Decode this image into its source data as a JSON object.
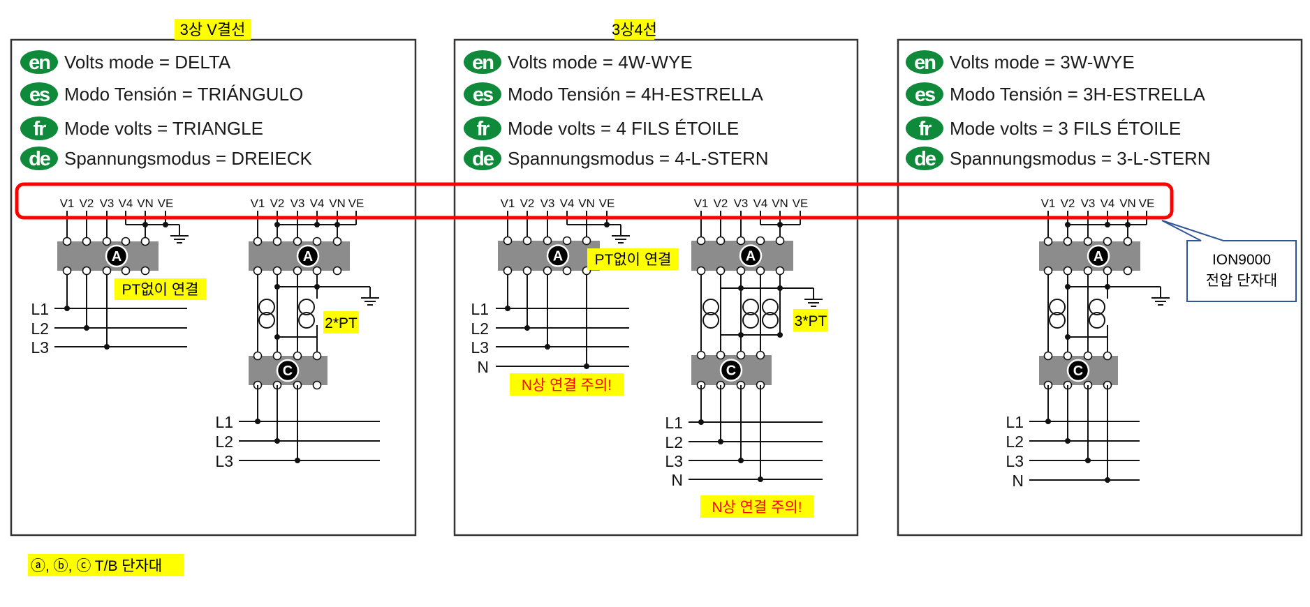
{
  "panels": [
    {
      "title": "3상 V결선",
      "modes": [
        {
          "lang": "en",
          "text": "Volts mode = DELTA"
        },
        {
          "lang": "es",
          "text": "Modo Tensión = TRIÁNGULO"
        },
        {
          "lang": "fr",
          "text": "Mode volts = TRIANGLE"
        },
        {
          "lang": "de",
          "text": "Spannungsmodus = DREIECK"
        }
      ]
    },
    {
      "title": "3상4선",
      "modes": [
        {
          "lang": "en",
          "text": "Volts mode = 4W-WYE"
        },
        {
          "lang": "es",
          "text": "Modo Tensión = 4H-ESTRELLA"
        },
        {
          "lang": "fr",
          "text": "Mode volts = 4 FILS ÉTOILE"
        },
        {
          "lang": "de",
          "text": "Spannungsmodus = 4-L-STERN"
        }
      ]
    },
    {
      "modes": [
        {
          "lang": "en",
          "text": "Volts mode = 3W-WYE"
        },
        {
          "lang": "es",
          "text": "Modo Tensión = 3H-ESTRELLA"
        },
        {
          "lang": "fr",
          "text": "Mode volts = 3 FILS ÉTOILE"
        },
        {
          "lang": "de",
          "text": "Spannungsmodus = 3-L-STERN"
        }
      ]
    }
  ],
  "terminal_labels": [
    "V1",
    "V2",
    "V3",
    "V4",
    "VN",
    "VE"
  ],
  "line_labels": [
    "L1",
    "L2",
    "L3",
    "N"
  ],
  "block_labels": {
    "a": "A",
    "c": "C"
  },
  "annotations": {
    "no_pt_delta": "PT없이 연결",
    "two_pt": "2*PT",
    "no_pt_wye": "PT없이 연결",
    "n_warning_direct": "N상 연결 주의!",
    "three_pt": "3*PT",
    "n_warning_pt": "N상 연결 주의!"
  },
  "callout": {
    "line1": "ION9000",
    "line2": "전압 단자대"
  },
  "footnote": "ⓐ, ⓑ, ⓒ T/B 단자대",
  "colors": {
    "badge_green": "#0e8a3a",
    "highlight": "#ffff00",
    "red_frame": "#ff0000",
    "warning_text": "#ff0000",
    "terminal_block": "#8c8c8c",
    "callout_border": "#2f5597"
  }
}
